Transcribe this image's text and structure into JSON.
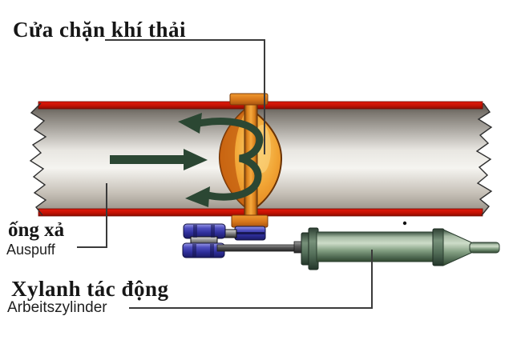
{
  "diagram": {
    "background": "#ffffff",
    "title": "Cửa chặn khí thải",
    "exhaust_pipe_label": {
      "vi": "ống xả",
      "de": "Auspuff"
    },
    "cylinder_label": {
      "vi": "Xylanh tác động",
      "de": "Arbeitszylinder"
    },
    "colors": {
      "pipe_border_red": "#c41204",
      "pipe_steel_light": "#f4f3ef",
      "pipe_steel_dark": "#53504a",
      "valve_orange": "#f2a636",
      "valve_outline": "#6b3305",
      "arrow_green": "#2b4733",
      "linkage_blue": "#3c3cae",
      "cylinder_green": "#84a083",
      "rod_gray": "#5a5a5a",
      "leader_line": "#3a3a3a",
      "label_text": "#161616"
    }
  }
}
